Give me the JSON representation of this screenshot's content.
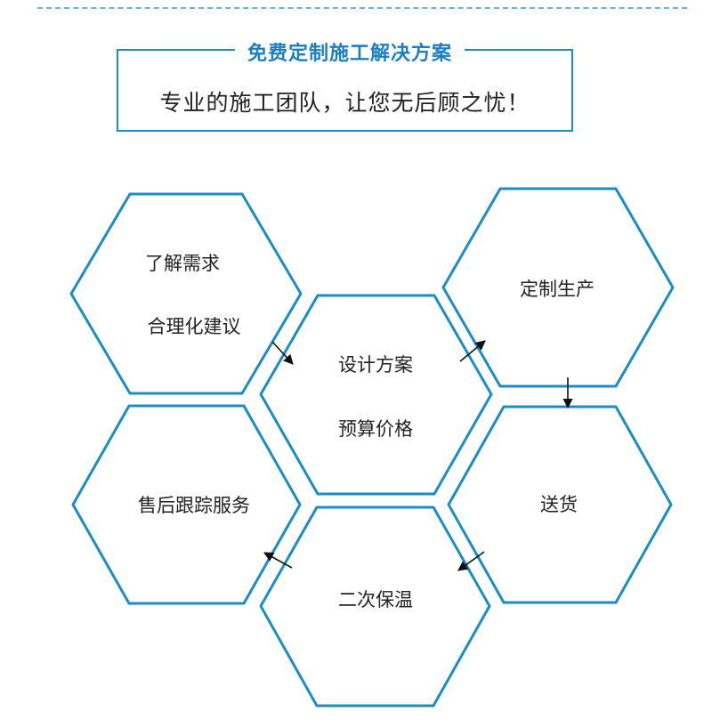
{
  "header": {
    "title": "免费定制施工解决方案",
    "subtitle": "专业的施工团队，让您无后顾之忧！"
  },
  "steps": {
    "s1": {
      "line1": "了解需求",
      "line2": "合理化建议"
    },
    "s2": {
      "line1": "设计方案",
      "line2": "预算价格"
    },
    "s3": {
      "line1": "定制生产"
    },
    "s4": {
      "line1": "送货"
    },
    "s5": {
      "line1": "二次保温"
    },
    "s6": {
      "line1": "售后跟踪服务"
    }
  },
  "colors": {
    "hex_border": "#1b8dc4",
    "title_text": "#1b7fc0",
    "dash": "#5bb8e4",
    "arrow": "#111111"
  }
}
